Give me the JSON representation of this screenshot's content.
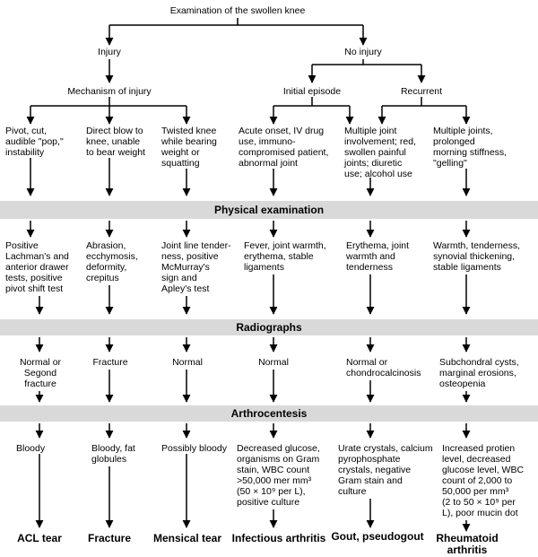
{
  "root": "Examination of the swollen knee",
  "injury": "Injury",
  "no_injury": "No injury",
  "mechanism": "Mechanism of injury",
  "initial": "Initial episode",
  "recurrent": "Recurrent",
  "bands": {
    "physical": "Physical examination",
    "radiographs": "Radiographs",
    "arthrocentesis": "Arthrocentesis"
  },
  "columns": [
    {
      "history": "Pivot, cut,\naudible \"pop,\"\ninstability",
      "exam": "Positive\nLachman's and\nanterior drawer\ntests, positive\npivot shift test",
      "radiograph": "Normal or\nSegond\nfracture",
      "fluid": "Bloody",
      "diagnosis": "ACL tear"
    },
    {
      "history": "Direct blow to\nknee, unable\nto bear weight",
      "exam": "Abrasion,\necchymosis,\ndeformity,\ncrepitus",
      "radiograph": "Fracture",
      "fluid": "Bloody, fat\nglobules",
      "diagnosis": "Fracture"
    },
    {
      "history": "Twisted knee\nwhile bearing\nweight or\nsquatting",
      "exam": "Joint line tender-\nness, positive\nMcMurray's\nsign and\nApley's test",
      "radiograph": "Normal",
      "fluid": "Possibly bloody",
      "diagnosis": "Mensical tear"
    },
    {
      "history": "Acute onset, IV drug\nuse, immuno-\ncompromised patient,\nabnormal joint",
      "exam": "Fever, joint warmth,\nerythema, stable\nligaments",
      "radiograph": "Normal",
      "fluid": "Decreased glucose,\norganisms on Gram\nstain, WBC count\n>50,000 mer mm³\n(50 × 10⁹ per L),\npositive culture",
      "diagnosis": "Infectious arthritis"
    },
    {
      "history": "Multiple joint\ninvolvement; red,\nswollen painful\njoints; diuretic\nuse; alcohol use",
      "exam": "Erythema, joint\nwarmth and\ntenderness",
      "radiograph": "Normal or\nchondrocalcinosis",
      "fluid": "Urate crystals, calcium\npyrophosphate\ncrystals, negative\nGram stain and\nculture",
      "diagnosis": "Gout, pseudogout"
    },
    {
      "history": "Multiple joints,\nprolonged\nmorning stiffness,\n\"gelling\"",
      "exam": "Warmth, tenderness,\nsynovial thickening,\nstable ligaments",
      "radiograph": "Subchondral cysts,\nmarginal erosions,\nosteopenia",
      "fluid": "Increased protien\nlevel, decreased\nglucose level, WBC\ncount of 2,000 to\n50,000 per mm³\n(2 to 50 × 10⁹ per\nL), poor mucin dot",
      "diagnosis": "Rheumatoid\narthritis"
    }
  ]
}
